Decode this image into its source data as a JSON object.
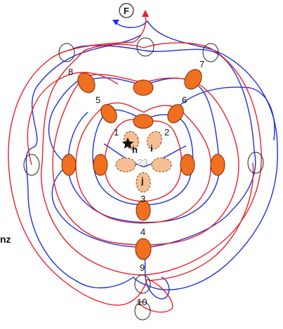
{
  "diagram": {
    "colors": {
      "red_strand": "#e8202a",
      "blue_strand": "#1f2fd6",
      "node_fill": "#f07020",
      "node_stroke": "#7a2a00",
      "faded_fill": "#f6bf94"
    },
    "start_marker": "F",
    "side_text": "nz",
    "node_labels": {
      "n1": "1",
      "n2": "2",
      "n3": "3",
      "n4": "4",
      "n5": "5",
      "n6": "6",
      "n7": "7",
      "n8": "8",
      "n9": "9",
      "n10": "10",
      "h": "h",
      "i": "i",
      "j": "j",
      "n23": "23"
    },
    "icons": [
      "star-icon",
      "arrow-up-icon",
      "arrow-down-icon"
    ]
  }
}
